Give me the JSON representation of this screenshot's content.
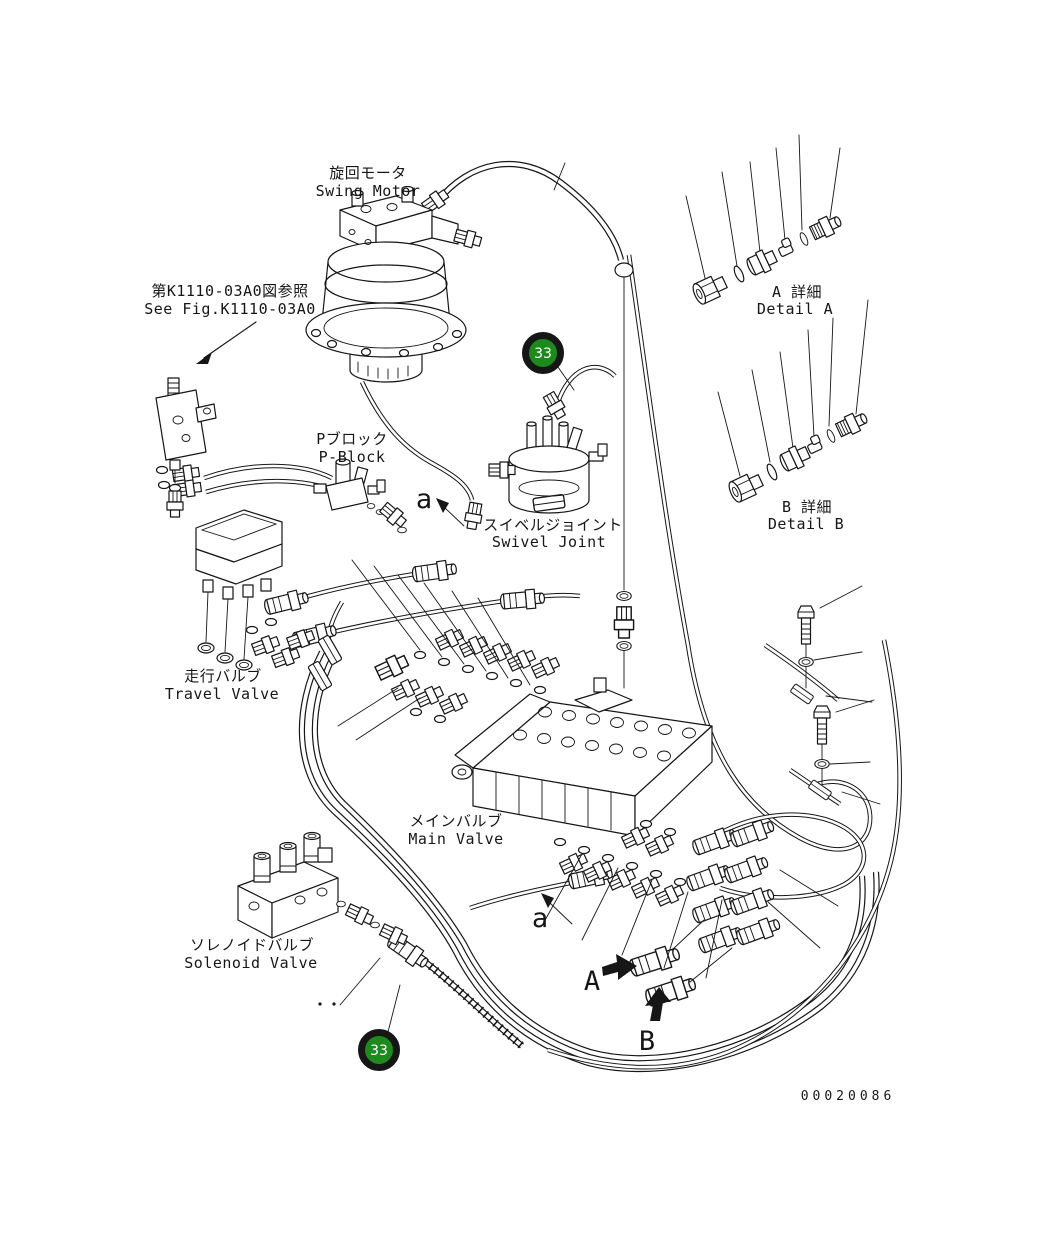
{
  "drawing": {
    "number": "00020086"
  },
  "labels": {
    "swing_motor": {
      "jp": "旋回モータ",
      "en": "Swing Motor"
    },
    "see_fig": {
      "jp": "第K1110-03A0図参照",
      "en": "See Fig.K1110-03A0"
    },
    "p_block": {
      "jp": "Pブロック",
      "en": "P-Block"
    },
    "swivel_joint": {
      "jp": "スイベルジョイント",
      "en": "Swivel Joint"
    },
    "travel_valve": {
      "jp": "走行バルブ",
      "en": "Travel Valve"
    },
    "main_valve": {
      "jp": "メインバルブ",
      "en": "Main Valve"
    },
    "solenoid_valve": {
      "jp": "ソレノイドバルブ",
      "en": "Solenoid Valve"
    },
    "detail_a": {
      "jp": "A 詳細",
      "en": "Detail A"
    },
    "detail_b": {
      "jp": "B 詳細",
      "en": "Detail B"
    }
  },
  "callouts": {
    "balloon_top": "33",
    "balloon_bottom": "33",
    "view_a_upper": "a",
    "view_a_lower": "a",
    "direction_a": "A",
    "direction_b": "B"
  },
  "colors": {
    "balloon_green": "#1d8a1d",
    "line": "#161616",
    "background": "#ffffff"
  }
}
